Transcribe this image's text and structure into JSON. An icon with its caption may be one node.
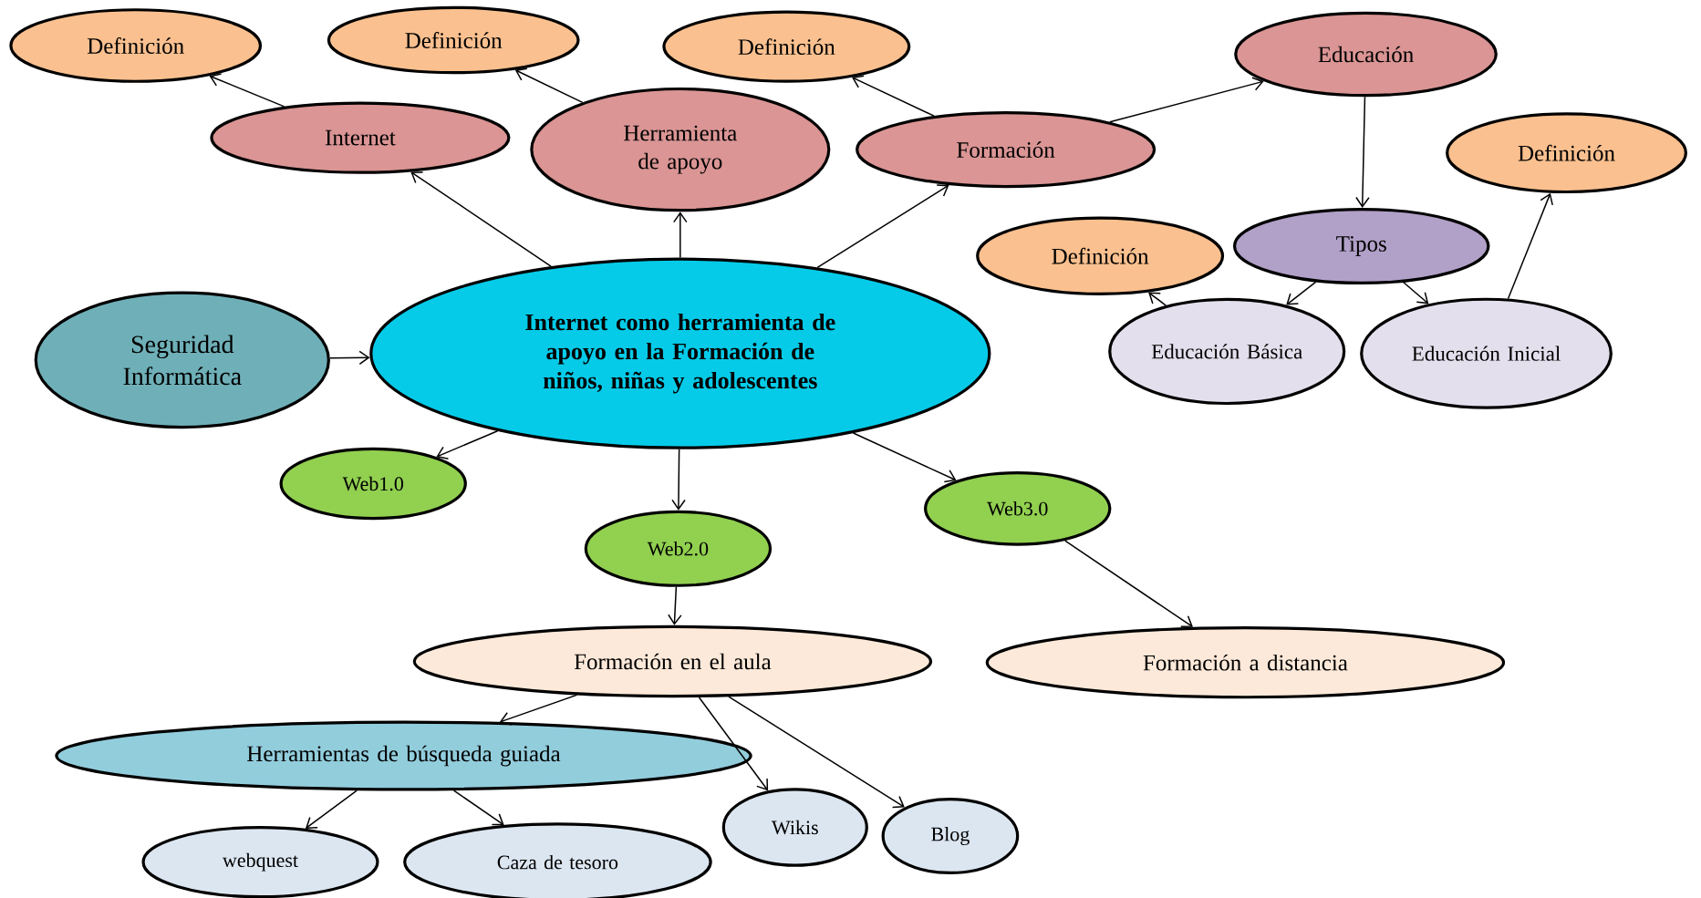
{
  "diagram": {
    "nodes": [
      {
        "text": [
          "Internet como herramienta de apoyo en la Formación de niños, niñas y adolescentes"
        ]
      },
      {
        "text": [
          "Seguridad Informática"
        ]
      },
      {
        "text": [
          "Internet"
        ]
      },
      {
        "text": [
          "Herramienta de apoyo"
        ]
      },
      {
        "text": [
          "Formación"
        ]
      },
      {
        "text": [
          "Definición"
        ]
      },
      {
        "text": [
          "Definición"
        ]
      },
      {
        "text": [
          "Definición"
        ]
      },
      {
        "text": [
          "Educación"
        ]
      },
      {
        "text": [
          "Definición"
        ]
      },
      {
        "text": [
          "Tipos"
        ]
      },
      {
        "text": [
          "Definición"
        ]
      },
      {
        "text": [
          "Educación Básica"
        ]
      },
      {
        "text": [
          "Educación Inicial"
        ]
      },
      {
        "text": [
          "Web1.0"
        ]
      },
      {
        "text": [
          "Web2.0"
        ]
      },
      {
        "text": [
          "Web3.0"
        ]
      },
      {
        "text": [
          "Formación en el aula"
        ]
      },
      {
        "text": [
          "Formación a distancia"
        ]
      },
      {
        "text": [
          "Herramientas de búsqueda guiada"
        ]
      },
      {
        "text": [
          "webquest"
        ]
      },
      {
        "text": [
          "Caza de tesoro"
        ]
      },
      {
        "text": [
          "Wikis"
        ]
      },
      {
        "text": [
          "Blog"
        ]
      }
    ],
    "edges": [
      {
        "from": 0,
        "to": 2,
        "arrow": "to"
      },
      {
        "from": 0,
        "to": 3,
        "arrow": "to"
      },
      {
        "from": 0,
        "to": 4,
        "arrow": "to"
      },
      {
        "from": 1,
        "to": 0,
        "arrow": "to"
      },
      {
        "from": 0,
        "to": 14,
        "arrow": "to"
      },
      {
        "from": 0,
        "to": 15,
        "arrow": "to"
      },
      {
        "from": 0,
        "to": 16,
        "arrow": "to"
      },
      {
        "from": 2,
        "to": 5,
        "arrow": "to"
      },
      {
        "from": 3,
        "to": 6,
        "arrow": "to"
      },
      {
        "from": 4,
        "to": 7,
        "arrow": "to"
      },
      {
        "from": 4,
        "to": 8,
        "arrow": "to"
      },
      {
        "from": 8,
        "to": 10,
        "arrow": "to"
      },
      {
        "from": 10,
        "to": 12,
        "arrow": "to"
      },
      {
        "from": 10,
        "to": 13,
        "arrow": "to"
      },
      {
        "from": 13,
        "to": 9,
        "arrow": "to"
      },
      {
        "from": 12,
        "to": 11,
        "arrow": "to"
      },
      {
        "from": 15,
        "to": 17,
        "arrow": "to"
      },
      {
        "from": 16,
        "to": 18,
        "arrow": "to"
      },
      {
        "from": 17,
        "to": 19,
        "arrow": "to"
      },
      {
        "from": 17,
        "to": 22,
        "arrow": "to"
      },
      {
        "from": 17,
        "to": 23,
        "arrow": "to"
      },
      {
        "from": 19,
        "to": 20,
        "arrow": "to"
      },
      {
        "from": 19,
        "to": 21,
        "arrow": "to"
      }
    ]
  }
}
